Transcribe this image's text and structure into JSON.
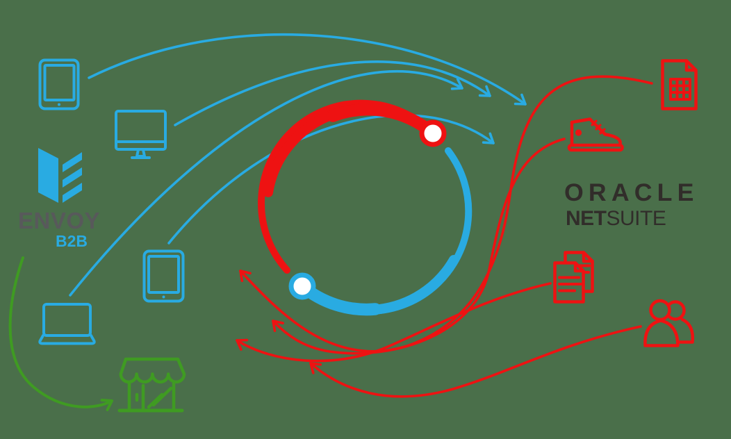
{
  "colors": {
    "bg": "#4A6F4A",
    "blue": "#29ABE2",
    "red": "#EE1212",
    "green": "#3F9B22",
    "gray": "#58595B",
    "dark": "#312D2A",
    "white": "#FFFFFF"
  },
  "envoy_logo": {
    "title": "ENVOY",
    "subtitle": "B2B"
  },
  "oracle_logo": {
    "oracle": "ORACLE",
    "net": "NET",
    "suite": "SUITE"
  },
  "icons": {
    "left_devices": [
      "tablet-icon",
      "desktop-icon",
      "envoy-mark-icon",
      "tablet-icon",
      "laptop-icon"
    ],
    "right_records": [
      "spreadsheet-document-icon",
      "sneaker-icon",
      "documents-icon",
      "customers-icon"
    ],
    "bottom": [
      "storefront-icon"
    ],
    "center": [
      "sync-loop-icon"
    ]
  },
  "flows": {
    "devices_to_netsuite": {
      "color": "#29ABE2",
      "count": 4,
      "direction": "left-to-right"
    },
    "netsuite_to_envoy": {
      "color": "#EE1212",
      "count": 4,
      "direction": "right-to-left"
    },
    "envoy_to_store": {
      "color": "#3F9B22",
      "count": 1,
      "direction": "down-to-store"
    }
  }
}
